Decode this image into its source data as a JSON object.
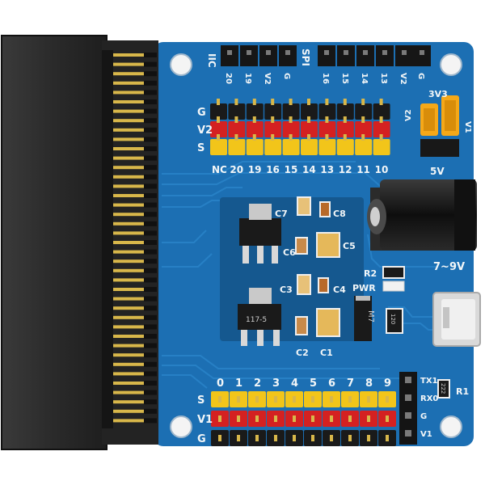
{
  "colors": {
    "pcb": "#1c6fb3",
    "pcb_dark": "#15588f",
    "connector": "#2b2b2b",
    "gold": "#d8b74a",
    "pin_black": "#1a1a1a",
    "pin_red": "#d42121",
    "pin_yellow": "#f2c51a",
    "jumper": "#f5a818"
  },
  "labels": {
    "iic": "IIC",
    "spi": "SPI",
    "iic_pins": [
      "20",
      "19",
      "V2",
      "G"
    ],
    "spi_pins": [
      "16",
      "15",
      "14",
      "13",
      "V2",
      "G"
    ],
    "upper_rows": [
      "G",
      "V2",
      "S"
    ],
    "upper_pins": [
      "NC",
      "20",
      "19",
      "16",
      "15",
      "14",
      "13",
      "12",
      "11",
      "10"
    ],
    "jumper_top": "3V3",
    "jumper_left": "V2",
    "jumper_right": "V1",
    "jumper_bottom": "5V",
    "power_in": "7~9V",
    "r2": "R2",
    "pwr": "PWR",
    "caps": {
      "c1": "C1",
      "c2": "C2",
      "c3": "C3",
      "c4": "C4",
      "c5": "C5",
      "c6": "C6",
      "c7": "C7",
      "c8": "C8"
    },
    "regulator_text": "117-5",
    "diode_text": "M7",
    "resistor_text": "120",
    "lower_rows": [
      "S",
      "V1",
      "G"
    ],
    "lower_pins": [
      "0",
      "1",
      "2",
      "3",
      "4",
      "5",
      "6",
      "7",
      "8",
      "9"
    ],
    "uart": [
      "TX1",
      "RX0",
      "G",
      "V1"
    ],
    "r1": "R1",
    "r1_value": "222"
  }
}
